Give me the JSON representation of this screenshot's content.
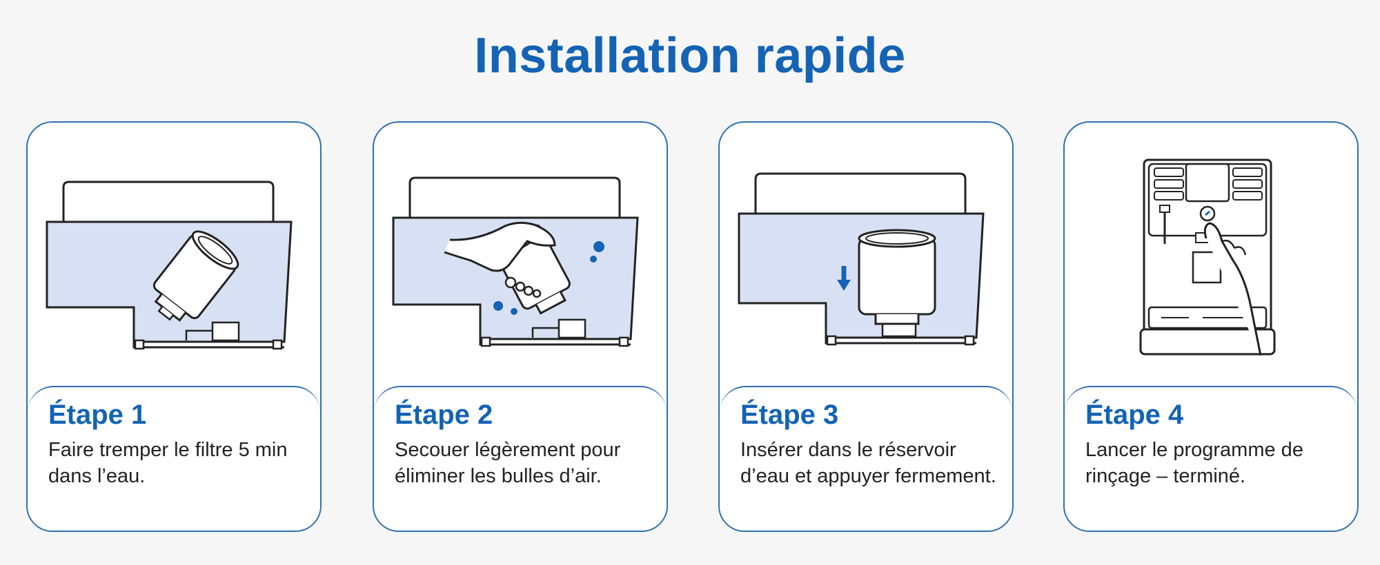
{
  "header": {
    "title": "Installation rapide"
  },
  "colors": {
    "accent": "#1463b4",
    "border": "#2f6fb0",
    "tank_water": "#d8e1f3",
    "text": "#222222"
  },
  "steps": [
    {
      "title": "Étape 1",
      "text": "Faire tremper le filtre 5 min dans l’eau.",
      "icon": "filter-soaking-illustration"
    },
    {
      "title": "Étape 2",
      "text": "Secouer légèrement pour éliminer les bulles d’air.",
      "icon": "hand-shaking-filter-illustration"
    },
    {
      "title": "Étape 3",
      "text": "Insérer dans le réservoir d’eau et appuyer fermement.",
      "icon": "filter-insert-illustration"
    },
    {
      "title": "Étape 4",
      "text": "Lancer le programme de rinçage – terminé.",
      "icon": "coffee-machine-rinse-illustration"
    }
  ]
}
